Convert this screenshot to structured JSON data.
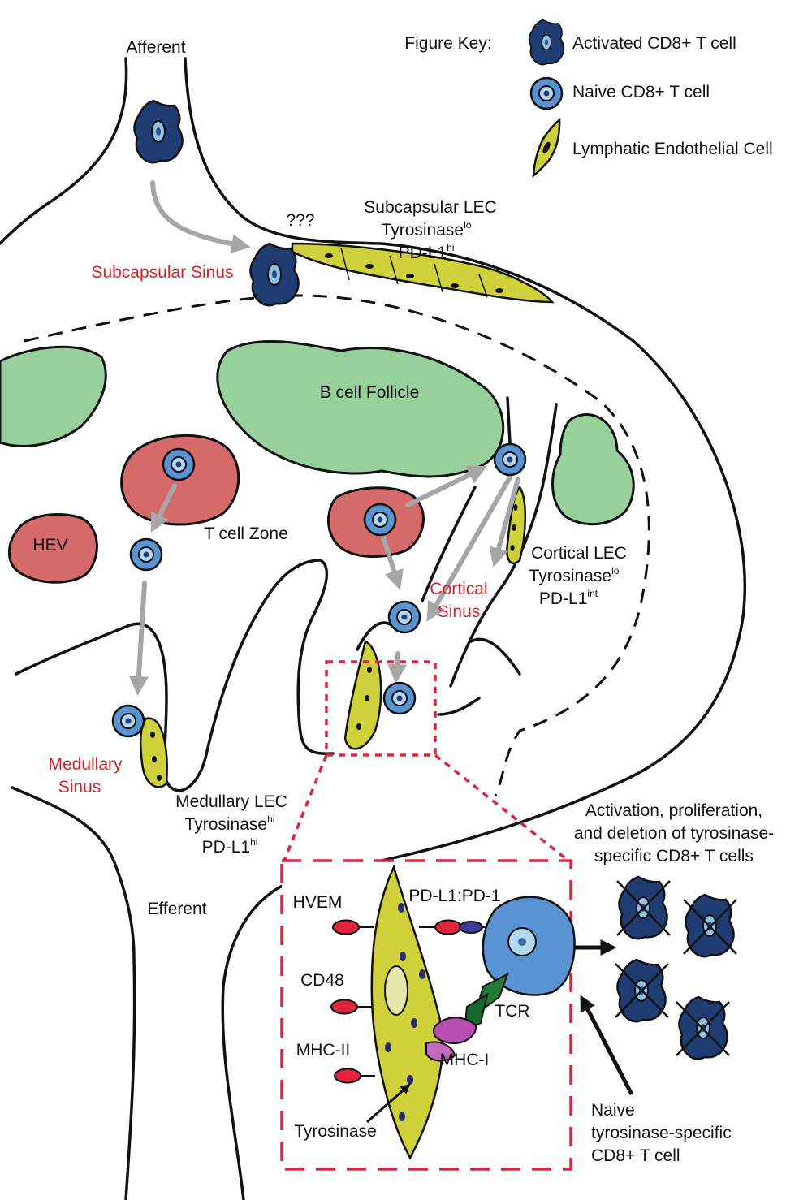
{
  "labels": {
    "afferent": "Afferent",
    "efferent": "Efferent",
    "question": "???",
    "subcapsular_sinus": "Subcapsular Sinus",
    "subcapsular_lec": "Subcapsular LEC",
    "tyrosinase_word": "Tyrosinase",
    "pdl1_word": "PD-L1",
    "sup_lo": "lo",
    "sup_hi": "hi",
    "sup_int": "int",
    "b_cell_follicle": "B cell Follicle",
    "t_cell_zone": "T cell Zone",
    "hev": "HEV",
    "cortical_sinus_line1": "Cortical",
    "cortical_sinus_line2": "Sinus",
    "cortical_lec": "Cortical LEC",
    "medullary_sinus_line1": "Medullary",
    "medullary_sinus_line2": "Sinus",
    "medullary_lec": "Medullary LEC",
    "activation_line1": "Activation, proliferation,",
    "activation_line2": "and deletion of tyrosinase-",
    "activation_line3": "specific CD8+ T cells",
    "naive_specific_line1": "Naive",
    "naive_specific_line2": "tyrosinase-specific",
    "naive_specific_line3": "CD8+ T cell"
  },
  "key": {
    "title": "Figure Key:",
    "items": [
      {
        "label": "Activated CD8+ T cell",
        "icon": "activated-t-cell-icon",
        "color": "#1f3d73"
      },
      {
        "label": "Naive CD8+ T cell",
        "icon": "naive-t-cell-icon",
        "color": "#5a93d1"
      },
      {
        "label": "Lymphatic Endothelial Cell",
        "icon": "lec-icon",
        "color": "#cfd13a"
      }
    ]
  },
  "inset": {
    "hvem": "HVEM",
    "pdl1_pd1": "PD-L1:PD-1",
    "cd48": "CD48",
    "tcr": "TCR",
    "mhc2": "MHC-II",
    "mhc1": "MHC-I",
    "tyrosinase": "Tyrosinase"
  },
  "colors": {
    "label_red": "#d6232a",
    "follicle_green": "#98d09b",
    "hev_red": "#d46a6a",
    "lec_yellow": "#cfd13a",
    "activated_blue": "#1f3d73",
    "naive_blue": "#5a93d1",
    "receptor_red": "#e0243e",
    "tcr_green": "#1e7a35",
    "mhc_purple": "#b84fb0"
  }
}
